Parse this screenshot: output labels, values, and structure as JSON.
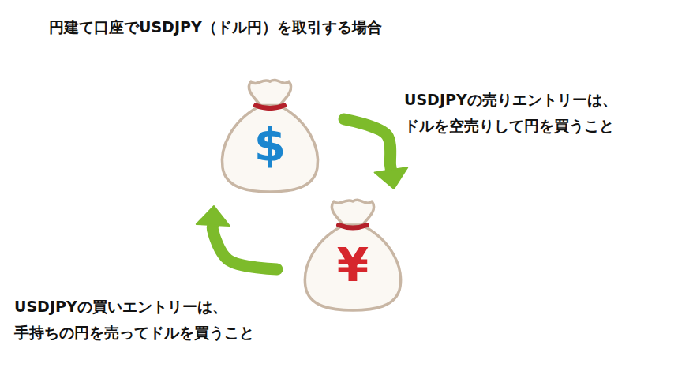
{
  "diagram": {
    "title": "円建て口座でUSDJPY（ドル円）を取引する場合",
    "nodes": [
      {
        "text": [
          "$"
        ]
      },
      {
        "text": [
          "¥"
        ]
      }
    ],
    "edges": [
      {
        "from": 0,
        "to": 1,
        "arrow": "to",
        "label": "USDJPYの売りエントリーは、 ドルを空売りして円を買うこと"
      },
      {
        "from": 1,
        "to": 0,
        "arrow": "to",
        "label": "USDJPYの買いエントリーは、 手持ちの円を売ってドルを買うこと"
      }
    ]
  }
}
